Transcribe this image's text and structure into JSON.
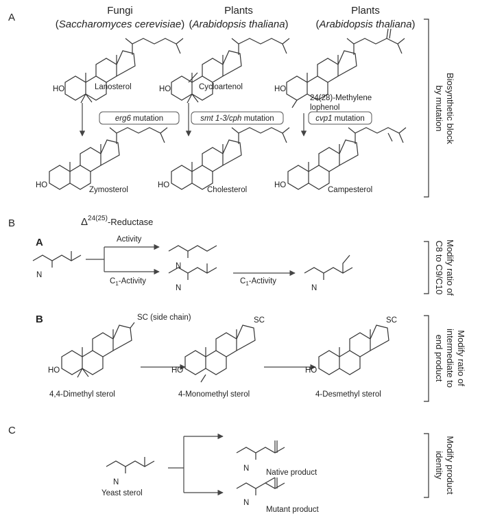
{
  "sectionA": {
    "label": "A",
    "columns": [
      {
        "kingdom": "Fungi",
        "open": "(",
        "species": "Saccharomyces cerevisiae",
        "close": ")",
        "start": "Lanosterol",
        "mutation": "erg6",
        "mutation_suffix": " mutation",
        "product": "Zymosterol"
      },
      {
        "kingdom": "Plants",
        "open": "(",
        "species": "Arabidopsis thaliana",
        "close": ")",
        "start": "Cycloartenol",
        "mutation": "smt 1-3/cph",
        "mutation_suffix": " mutation",
        "product": "Cholesterol"
      },
      {
        "kingdom": "Plants",
        "open": "(",
        "species": "Arabidopsis thaliana",
        "close": ")",
        "start_line1": "24(28)-Methylene",
        "start_line2": "lophenol",
        "mutation": "cvp1",
        "mutation_suffix": " mutation",
        "product": "Campesterol"
      }
    ],
    "side_line1": "Biosynthetic block",
    "side_line2": "by mutation"
  },
  "sectionB": {
    "label": "B",
    "partA": {
      "label": "A",
      "enzyme_delta": "Δ",
      "enzyme_sup": "24(25)",
      "enzyme_suffix": "-Reductase",
      "activity": "Activity",
      "c1_prefix": "C",
      "c1_sub": "1",
      "c1_suffix": "-Activity",
      "side_line1": "Modify ratio of",
      "side_line2": "C8 to C9/C10"
    },
    "partB": {
      "label": "B",
      "sc_note": "SC (side chain)",
      "sc": "SC",
      "sterols": [
        "4,4-Dimethyl sterol",
        "4-Monomethyl sterol",
        "4-Desmethyl sterol"
      ],
      "side_line1": "Modify ratio of",
      "side_line2": "intermediate to",
      "side_line3": "end product"
    }
  },
  "sectionC": {
    "label": "C",
    "start": "Yeast sterol",
    "native": "Native product",
    "mutant": "Mutant product",
    "side_line1": "Modify product",
    "side_line2": "identity"
  },
  "atoms": {
    "ho": "HO",
    "n": "N"
  }
}
